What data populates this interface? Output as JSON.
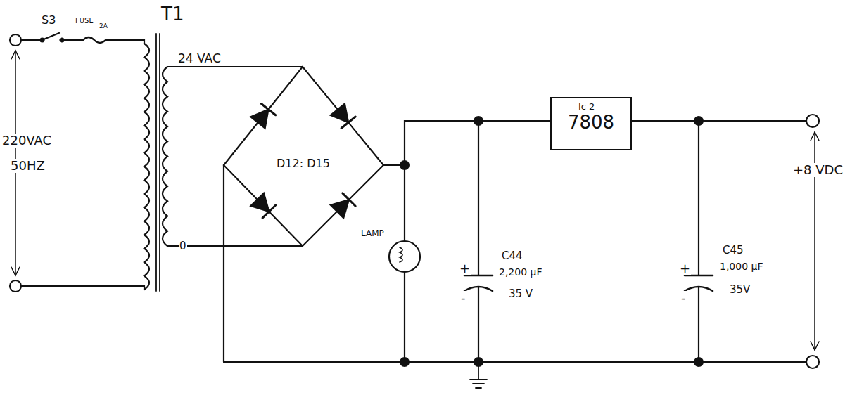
{
  "diagram": {
    "nodes": [
      {
        "text": [
          "Ic 2",
          "7808"
        ]
      }
    ],
    "edges": [],
    "labels": [
      "S3",
      "FUSE",
      "2A",
      "T1",
      "220VAC",
      "50HZ",
      "24 VAC",
      "0",
      "D12: D15",
      "LAMP",
      "+",
      "C44",
      "2,200 μF",
      "-",
      "35 V",
      "+",
      "C45",
      "1,000 μF",
      "-",
      "35V",
      "+8 VDC"
    ]
  }
}
